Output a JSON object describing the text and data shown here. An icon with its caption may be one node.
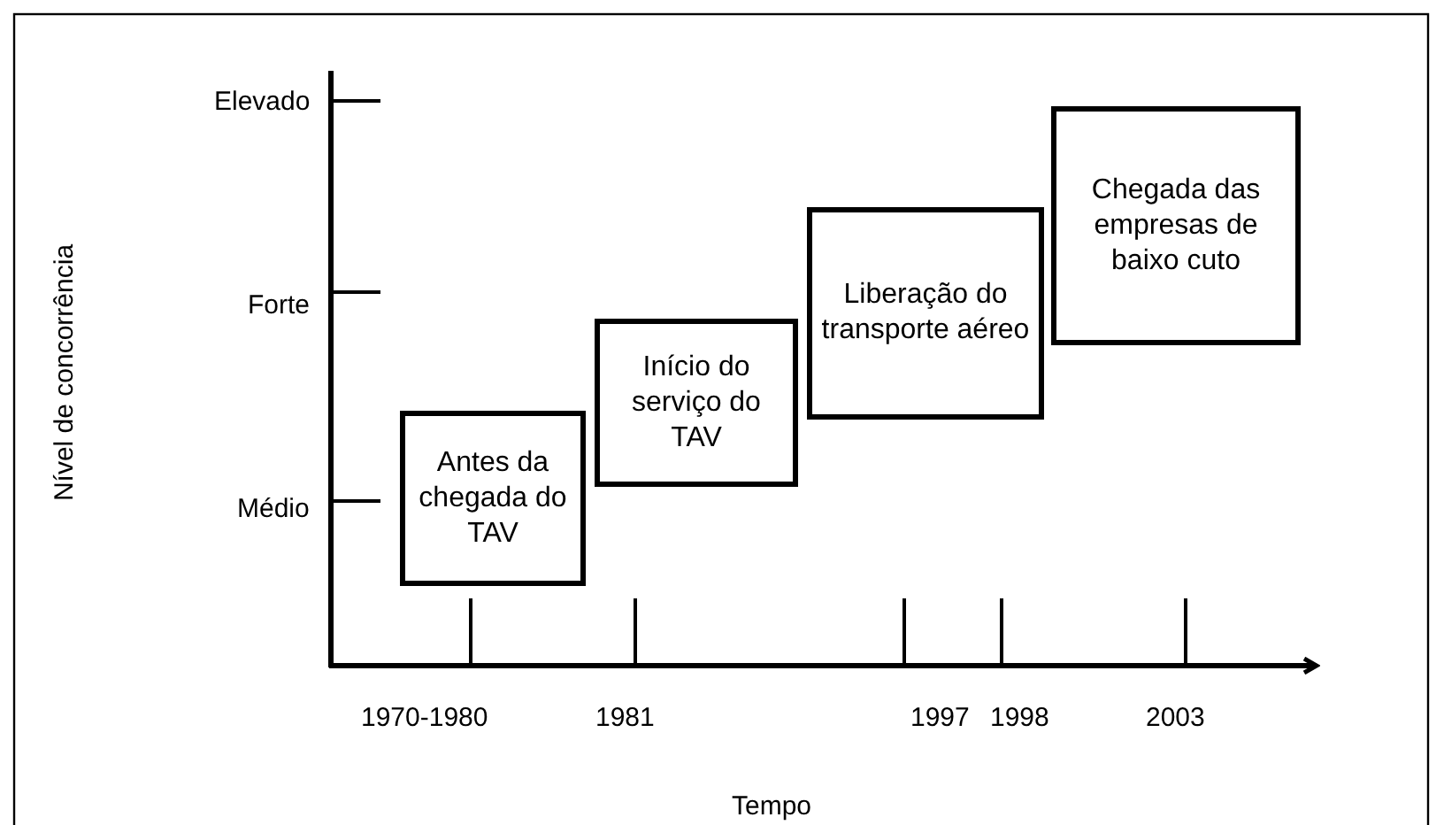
{
  "diagram": {
    "nodes": [
      {
        "text": [
          "Antes da chegada do TAV"
        ]
      },
      {
        "text": [
          "Início do serviço do TAV"
        ]
      },
      {
        "text": [
          "Liberação do transporte aéreo"
        ]
      },
      {
        "text": [
          "Chegada das empresas de baixo cuto"
        ]
      }
    ],
    "labels": [
      "Elevado",
      "Forte",
      "Nível de concorrência",
      "Médio",
      "1970-1980",
      "1981",
      "1997",
      "1998",
      "2003",
      "Tempo"
    ]
  }
}
